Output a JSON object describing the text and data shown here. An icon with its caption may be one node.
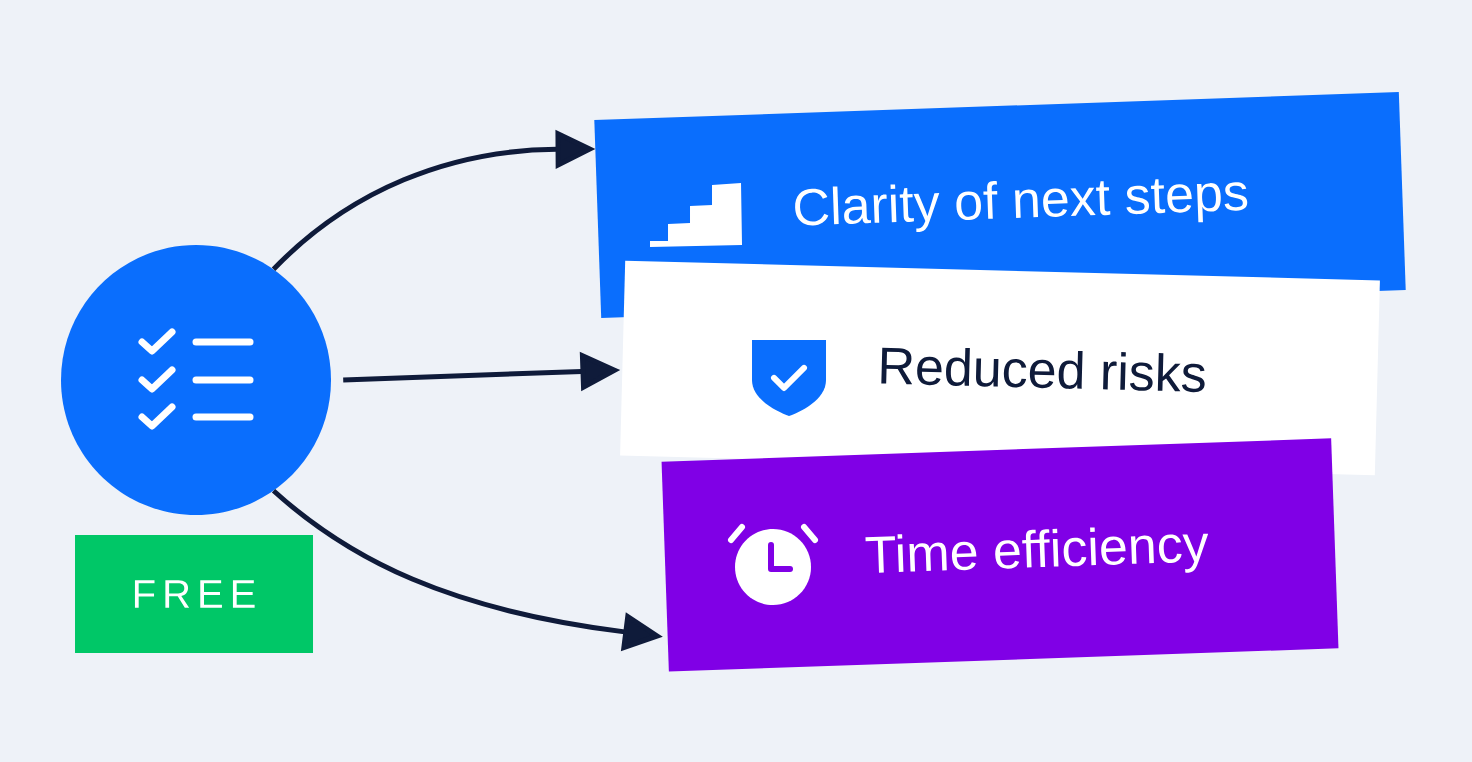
{
  "diagram": {
    "nodes": [
      {
        "text": [],
        "shape": "circle"
      },
      {
        "text": [
          "FREE"
        ]
      },
      {
        "text": [
          "Clarity of next steps"
        ]
      },
      {
        "text": [
          "Reduced risks"
        ]
      },
      {
        "text": [
          "Time efficiency"
        ]
      }
    ],
    "edges": [
      {
        "from": 0,
        "to": 2,
        "arrow": "to"
      },
      {
        "from": 0,
        "to": 3,
        "arrow": "to"
      },
      {
        "from": 0,
        "to": 4,
        "arrow": "to"
      }
    ]
  }
}
